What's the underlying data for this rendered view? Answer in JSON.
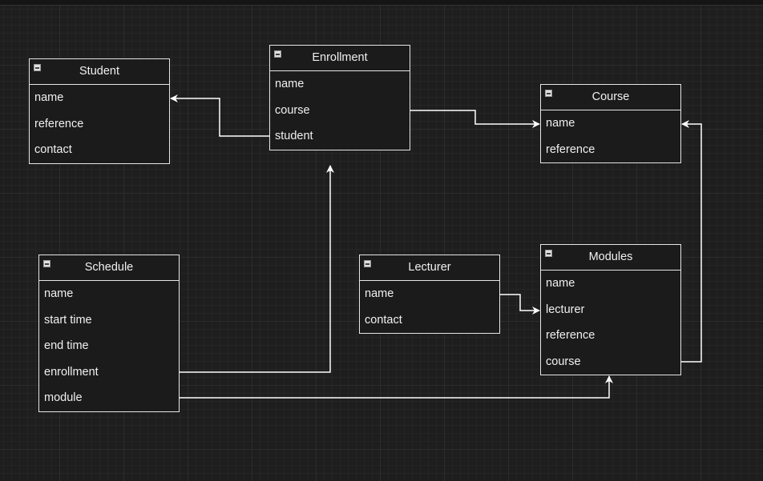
{
  "entities": {
    "student": {
      "title": "Student",
      "fields": [
        "name",
        "reference",
        "contact"
      ]
    },
    "enrollment": {
      "title": "Enrollment",
      "fields": [
        "name",
        "course",
        "student"
      ]
    },
    "course": {
      "title": "Course",
      "fields": [
        "name",
        "reference"
      ]
    },
    "schedule": {
      "title": "Schedule",
      "fields": [
        "name",
        "start time",
        "end time",
        "enrollment",
        "module"
      ]
    },
    "lecturer": {
      "title": "Lecturer",
      "fields": [
        "name",
        "contact"
      ]
    },
    "modules": {
      "title": "Modules",
      "fields": [
        "name",
        "lecturer",
        "reference",
        "course"
      ]
    }
  },
  "relations": [
    {
      "from": "enrollment.student",
      "to": "student"
    },
    {
      "from": "enrollment.course",
      "to": "course.name"
    },
    {
      "from": "schedule.enrollment",
      "to": "enrollment"
    },
    {
      "from": "schedule.module",
      "to": "modules"
    },
    {
      "from": "lecturer.name",
      "to": "modules.lecturer"
    },
    {
      "from": "modules.course",
      "to": "course.name"
    }
  ],
  "colors": {
    "canvas": "#1e1e1e",
    "stroke": "#e6e6e6",
    "text": "#f0f0f0"
  }
}
